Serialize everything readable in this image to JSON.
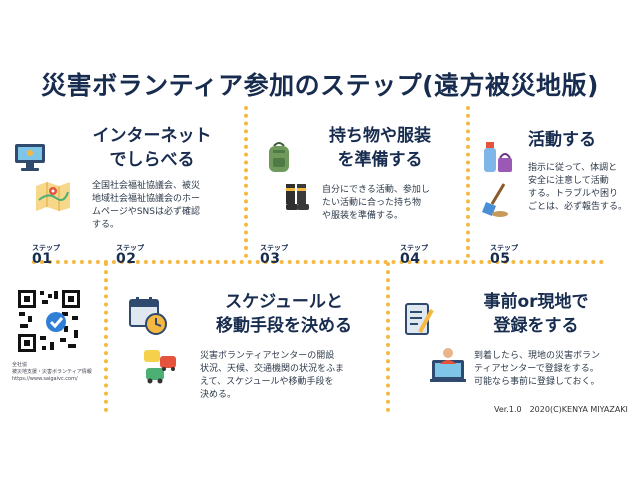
{
  "title": "災害ボランティア参加のステップ(遠方被災地版)",
  "step_label": "ステップ",
  "steps": [
    {
      "num": "01",
      "heading1": "インターネット",
      "heading2": "でしらべる",
      "body": [
        "全国社会福祉協議会、被災",
        "地域社会福祉協議会のホー",
        "ムページやSNSは必ず確認",
        "する。"
      ]
    },
    {
      "num": "02",
      "heading1": "スケジュールと",
      "heading2": "移動手段を決める",
      "body": [
        "災害ボランティアセンターの開設",
        "状況、天候、交通機関の状況をふま",
        "えて、スケジュールや移動手段を",
        "決める。"
      ]
    },
    {
      "num": "03",
      "heading1": "持ち物や服装",
      "heading2": "を準備する",
      "body": [
        "自分にできる活動、参加し",
        "たい活動に合った持ち物",
        "や服装を準備する。"
      ]
    },
    {
      "num": "04",
      "heading1": "事前or現地で",
      "heading2": "登録をする",
      "body": [
        "到着したら、現地の災害ボラン",
        "ティアセンターで登録をする。",
        "可能なら事前に登録しておく。"
      ]
    },
    {
      "num": "05",
      "heading1": "活動する",
      "heading2": "",
      "body": [
        "指示に従って、体調と",
        "安全に注意して活動",
        "する。トラブルや困り",
        "ごとは、必ず報告する。"
      ]
    }
  ],
  "qr_caption": [
    "全社協",
    "被災地支援・災害ボランティア情報",
    "https://www.saigaivc.com/"
  ],
  "credit": "Ver.1.0　2020(C)KENYA MIYAZAKI",
  "colors": {
    "navy": "#172c4f",
    "dots": "#f5b841"
  }
}
